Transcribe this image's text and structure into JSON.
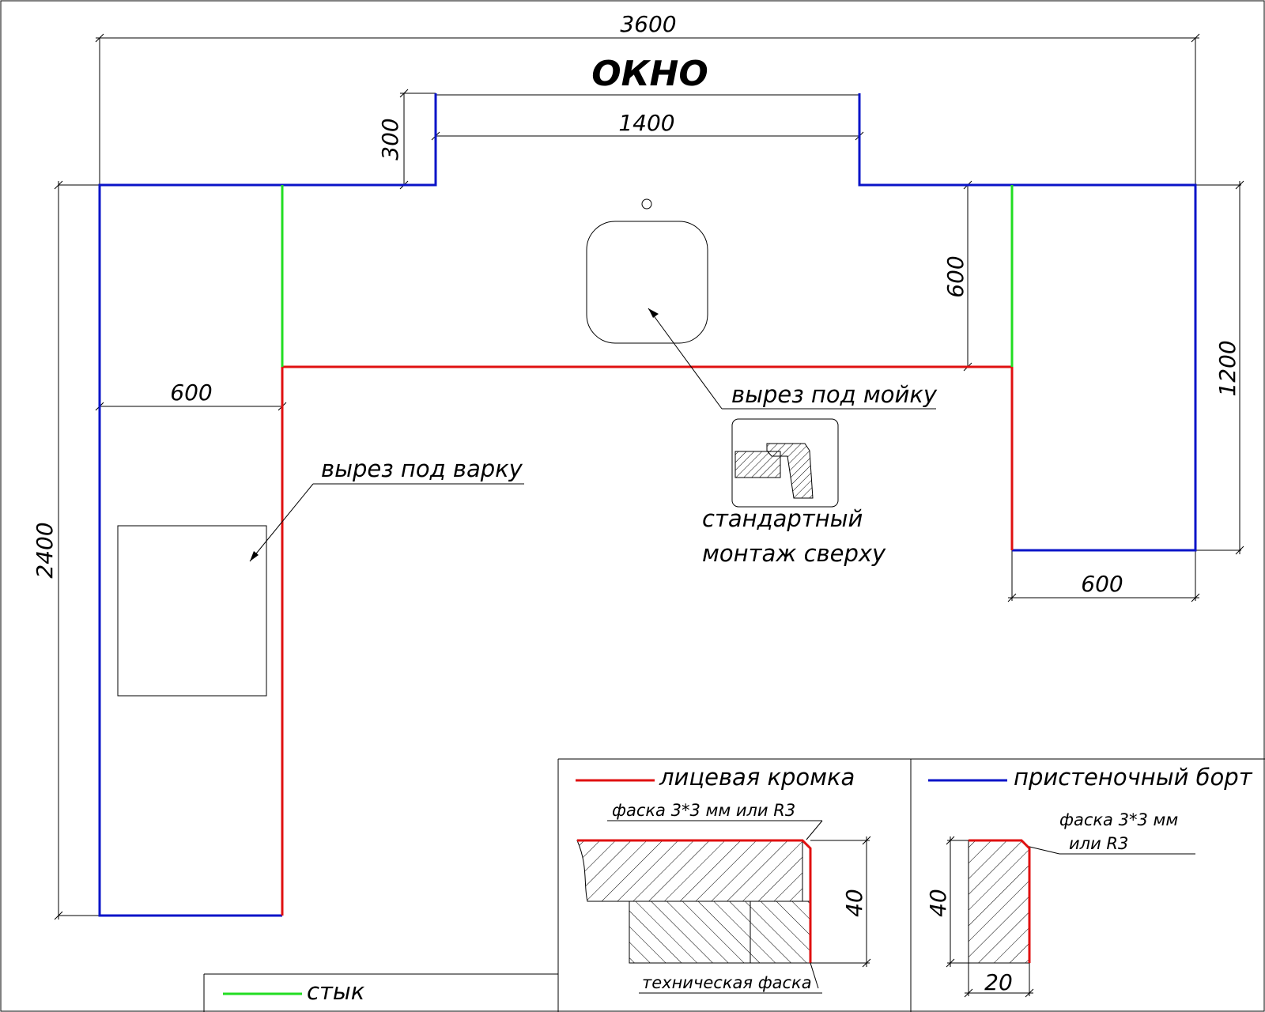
{
  "window_label": "ОКНО",
  "dimensions": {
    "total_width": "3600",
    "window_width": "1400",
    "window_depth": "300",
    "left_depth": "2400",
    "left_width": "600",
    "right_inner": "600",
    "right_height": "1200",
    "right_width": "600"
  },
  "annotations": {
    "sink_cutout": "вырез под мойку",
    "hob_cutout": "вырез под варку",
    "mount_line1": "стандартный",
    "mount_line2": "монтаж сверху"
  },
  "legend": {
    "face_edge": "лицевая кромка",
    "wall_board": "пристеночный борт",
    "joint": "стык",
    "chamfer_r3": "фаска 3*3 мм или R3",
    "tech_chamfer": "техническая фаска",
    "chamfer_mm": "фаска 3*3 мм",
    "or_r3": "или R3",
    "thickness": "40",
    "width": "20"
  },
  "colors": {
    "wall_board": "#0a14c8",
    "face_edge": "#e01010",
    "joint": "#22dd22"
  }
}
